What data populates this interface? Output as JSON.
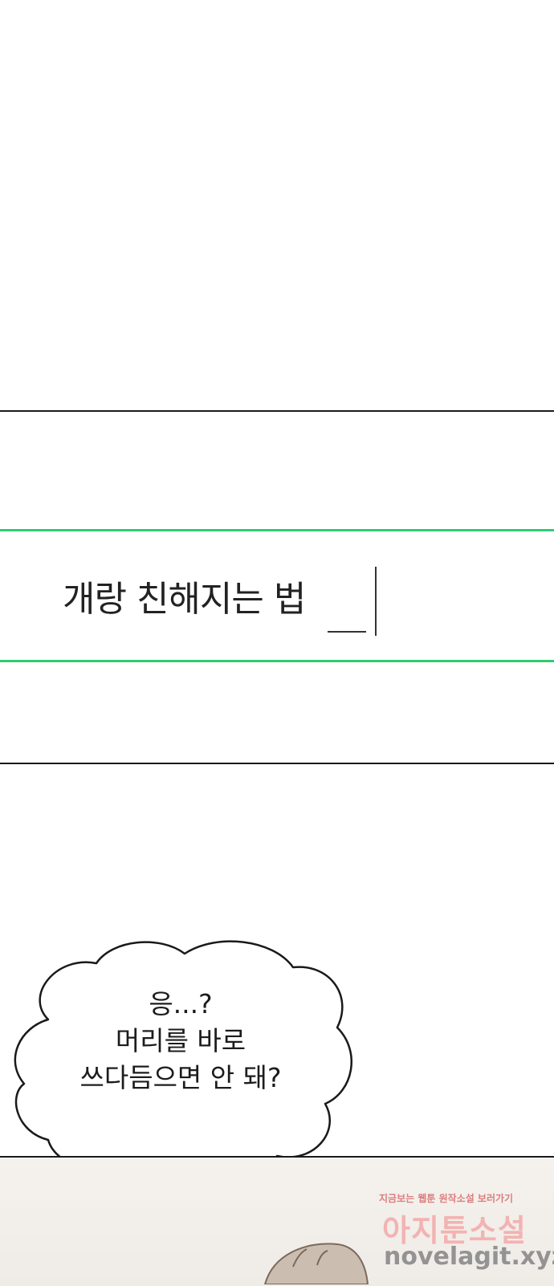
{
  "chapter": {
    "title": "개랑 친해지는 법"
  },
  "speech_bubble": {
    "lines": [
      "응...?",
      "머리를 바로",
      "쓰다듬으면 안 돼?"
    ]
  },
  "watermark": {
    "tagline": "지금보는 웹툰 원작소설 보러가기",
    "logo_text": "아지툰소설",
    "url": "novelagit.xyz"
  },
  "colors": {
    "background": "#ffffff",
    "divider": "#1a1a1a",
    "accent_green": "#2ecc71",
    "text": "#222222",
    "watermark_pink": "#f3a9a9"
  }
}
